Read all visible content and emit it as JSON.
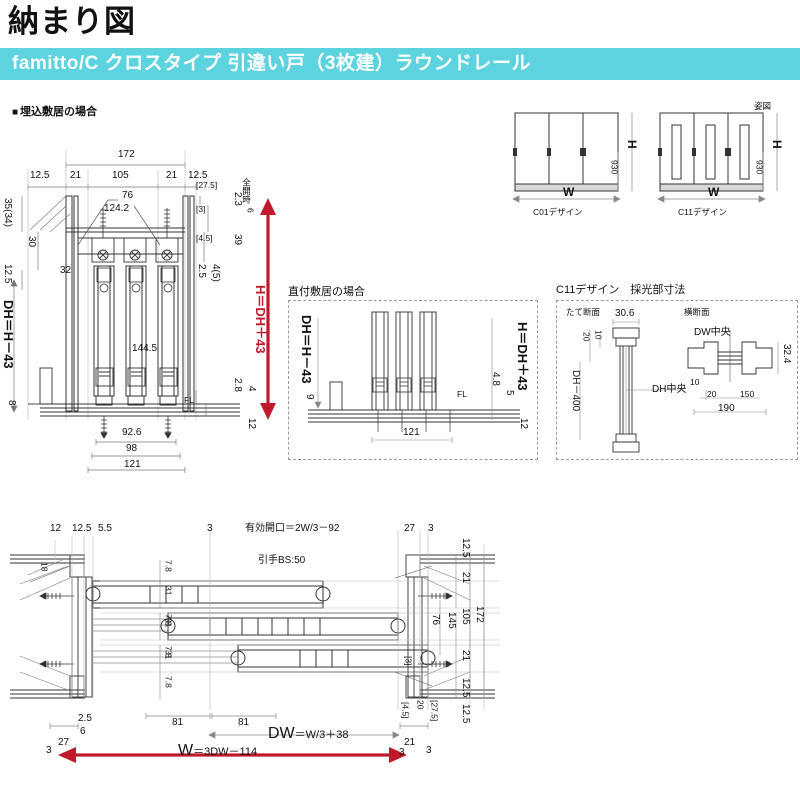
{
  "header": {
    "page_title": "納まり図",
    "banner_text": "famitto/C クロスタイプ 引違い戸（3枚建）ラウンドレール",
    "banner_color": "#5ed3e0"
  },
  "sections": {
    "embedded_sill": "埋込敷居の場合",
    "direct_sill": "直付敷居の場合",
    "elevation_note": "姿図",
    "c11_daylight": "C11デザイン　採光部寸法",
    "vertical_section": "たて断面",
    "horizontal_section": "横断面"
  },
  "elevations": {
    "design_c01": "C01デザイン",
    "design_c11": "C11デザイン",
    "width_label": "W",
    "height_label": "H",
    "sill_height": "930"
  },
  "main_section": {
    "overall_width": "172",
    "dims_top": [
      "12.5",
      "21",
      "105",
      "21",
      "12.5"
    ],
    "lead_76": "76",
    "lead_1242": "124.2",
    "bracket_275": "[27.5]",
    "bracket_3": "[3]",
    "bracket_45": "[4.5]",
    "left_3534": "35(34)",
    "left_30": "30",
    "left_125": "12.5",
    "left_32": "32",
    "dh_formula": "DH＝H－43",
    "h_formula": "H＝DH＋43",
    "mid_1445": "144.5",
    "bot_8": "8",
    "bot_926": "92.6",
    "bot_98": "98",
    "bot_121": "121",
    "fl_label": "FL",
    "right_23": "2.3",
    "right_6": "6",
    "right_39": "39",
    "right_25": "2.5",
    "right_45p": "4(5)",
    "right_28": "2.8",
    "right_4": "4",
    "right_12": "12",
    "full_open_label": "全開時"
  },
  "direct_sill_inset": {
    "dh_formula": "DH＝H－43",
    "h_formula": "H＝DH＋43",
    "dim_9": "9",
    "dim_121": "121",
    "dim_48": "4.8",
    "dim_5": "5",
    "dim_12": "12",
    "fl_label": "FL"
  },
  "c11_detail": {
    "vert": {
      "dim_306": "30.6",
      "dim_10": "10",
      "dim_20": "20",
      "dim_dh400": "DH－400",
      "center_label": "DH中央"
    },
    "horiz": {
      "center_label": "DW中央",
      "dim_324": "32.4",
      "dim_10": "10",
      "dim_20": "20",
      "dim_150": "150",
      "dim_190": "190"
    }
  },
  "plan_section": {
    "top_dims": [
      "12",
      "12.5",
      "5.5",
      "3",
      "27",
      "3"
    ],
    "opening_formula": "有効開口＝2W/3－92",
    "handle_bs": "引手BS:50",
    "dim_18": "18",
    "dim_78": "7.8",
    "dim_31": "31",
    "right_125": "12.5",
    "right_21": "21",
    "right_105": "105",
    "right_172": "172",
    "right_145": "145",
    "right_76": "76",
    "right_b3": "[3]",
    "right_b45": "[4.5]",
    "right_20": "20",
    "right_b275": "[27.5]",
    "bot_81_a": "81",
    "bot_81_b": "81",
    "bot_27": "27",
    "bot_25": "2.5",
    "bot_6": "6",
    "bot_21": "21",
    "bot_3_left": "3",
    "bot_3_mid": "3",
    "bot_3_right": "3",
    "dw_formula_big": "DW",
    "dw_formula_small": "＝W/3＋38",
    "w_formula_big": "W",
    "w_formula_small": "＝3DW－114"
  },
  "colors": {
    "accent_red": "#c0192b",
    "banner": "#5ed3e0",
    "line": "#333333",
    "thin_line": "#9a9a9a"
  }
}
